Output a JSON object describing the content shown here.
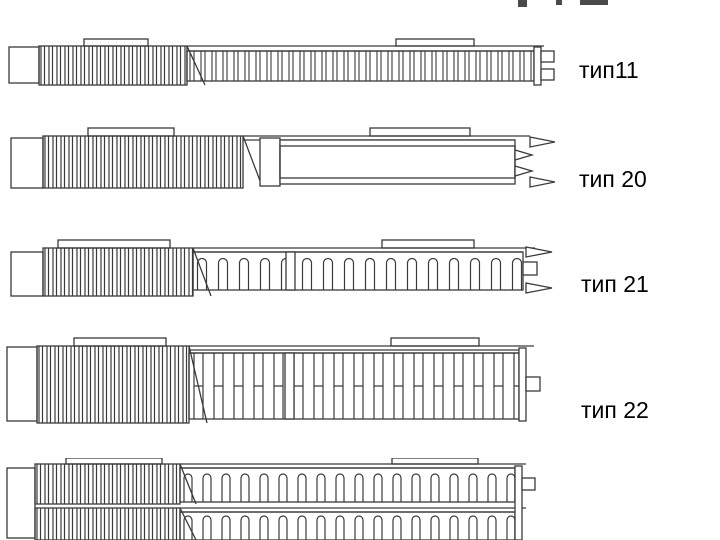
{
  "figure": {
    "line_color": "#3a3a3a",
    "background_color": "#ffffff",
    "text_color": "#000000"
  },
  "rows": [
    {
      "label": "тип11"
    },
    {
      "label": "тип 20"
    },
    {
      "label": "тип 21"
    },
    {
      "label": "тип 22"
    },
    {
      "label": ""
    }
  ]
}
